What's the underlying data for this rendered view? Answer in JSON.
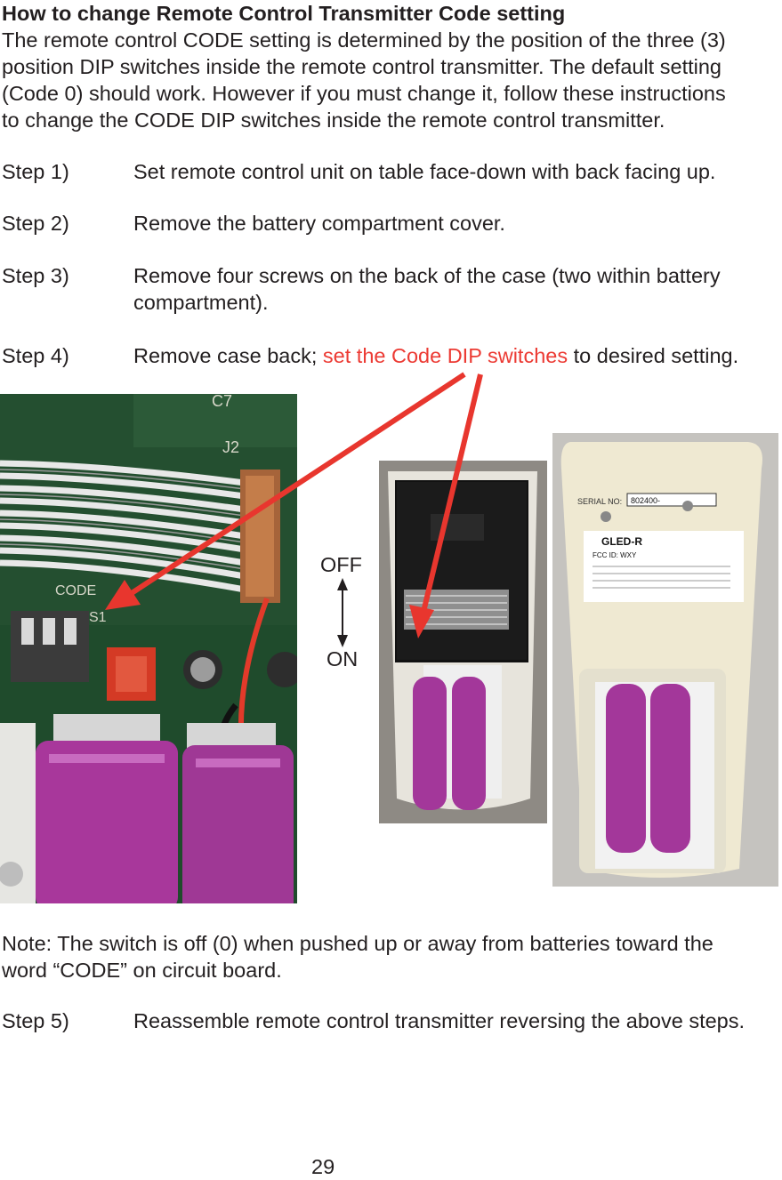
{
  "heading": "How to change Remote Control Transmitter Code setting",
  "intro": [
    "The remote control CODE setting is determined by the position of the three (3)",
    "position DIP switches inside the remote control transmitter.  The default setting",
    "(Code 0) should work.  However if you must change it, follow these instructions",
    "to change the CODE DIP switches inside the remote control transmitter."
  ],
  "steps": [
    {
      "label": "Step 1)",
      "text": "Set remote control unit on table face-down with back facing up."
    },
    {
      "label": "Step 2)",
      "text": "Remove the battery compartment cover."
    },
    {
      "label": "Step 3)",
      "text": "Remove four screws on the back of the case (two within battery",
      "text2": "compartment)."
    },
    {
      "label": "Step 4)",
      "text_before": "Remove case back; ",
      "highlight": "set the Code DIP switches",
      "text_after": " to desired setting."
    }
  ],
  "figure": {
    "off_label": "OFF",
    "on_label": "ON",
    "board_label_code": "CODE",
    "board_label_s1": "S1",
    "board_label_j2": "J2",
    "board_label_c7": "C7",
    "label_serial": "SERIAL NO:",
    "label_serial_value": "802400-",
    "label_model": "GLED-R",
    "label_fcc": "FCC ID: WXY",
    "arrow_color": "#e8362e"
  },
  "note": [
    "Note: The switch is off (0) when pushed up or away from batteries toward the",
    "word “CODE” on  circuit board."
  ],
  "step5": {
    "label": "Step 5)",
    "text": "Reassemble remote control transmitter reversing the above steps."
  },
  "page_number": "29"
}
